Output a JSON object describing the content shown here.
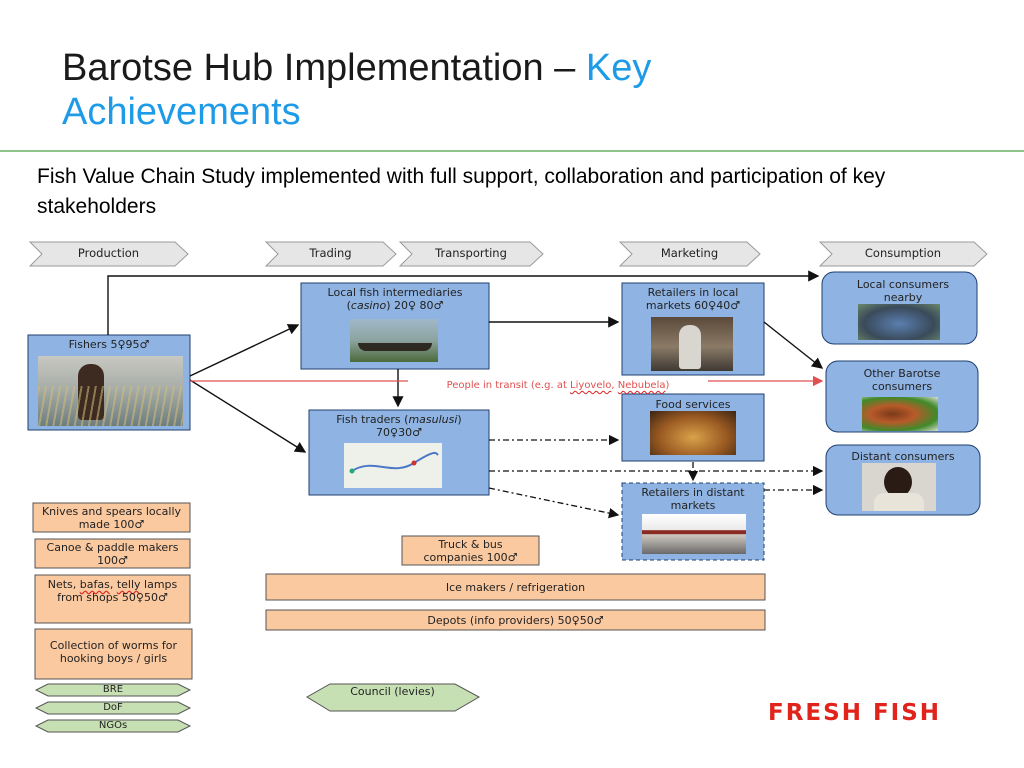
{
  "title": {
    "main": "Barotse Hub Implementation – ",
    "accent_line1": "Key",
    "accent_line2": "Achievements"
  },
  "subtitle": "Fish Value Chain Study implemented with full support, collaboration and participation of key stakeholders",
  "colors": {
    "title_accent": "#1e9be8",
    "rule": "#8dc58a",
    "stage_chevron": "#e6e6e6",
    "actor_box": "#8fb4e3",
    "support_box": "#fbc9a0",
    "institution_hex": "#c6e0b4",
    "transit_line": "#e05050",
    "logo": "#e0241c"
  },
  "stages": [
    "Production",
    "Trading",
    "Transporting",
    "Marketing",
    "Consumption"
  ],
  "actors": {
    "fishers": "Fishers 5♀95♂",
    "intermediaries": {
      "line1": "Local fish intermediaries",
      "line2_pre": "(",
      "line2_italic": "casino",
      "line2_post": ") 20♀ 80♂"
    },
    "traders": {
      "line1_pre": "Fish traders (",
      "line1_italic": "masulusi",
      "line1_post": ")",
      "line2": "70♀30♂"
    },
    "retail_local": "Retailers in local markets 60♀40♂",
    "food_services": "Food services",
    "retail_distant": "Retailers in distant markets",
    "consumers_local": "Local consumers nearby",
    "consumers_barotse": "Other Barotse consumers",
    "consumers_distant": "Distant consumers"
  },
  "transit": {
    "pre": "People in transit (e.g. at ",
    "place1": "Liyovelo",
    "sep": ", ",
    "place2": "Nebubela",
    "post": ")"
  },
  "support_left": {
    "knives": "Knives and spears locally made 100♂",
    "canoe": "Canoe & paddle makers 100♂",
    "nets_pre": "Nets, ",
    "nets_bafas": "bafas",
    "nets_sep": ", ",
    "nets_telly": "telly",
    "nets_post": " lamps from shops 50♀50♂",
    "worms": "Collection of worms for hooking boys / girls"
  },
  "support_bottom": {
    "truck": "Truck & bus companies 100♂",
    "ice": "Ice makers / refrigeration",
    "depots": "Depots (info providers) 50♀50♂"
  },
  "institutions": [
    "BRE",
    "DoF",
    "NGOs"
  ],
  "council": "Council (levies)",
  "logo_text": "FRESH FISH"
}
